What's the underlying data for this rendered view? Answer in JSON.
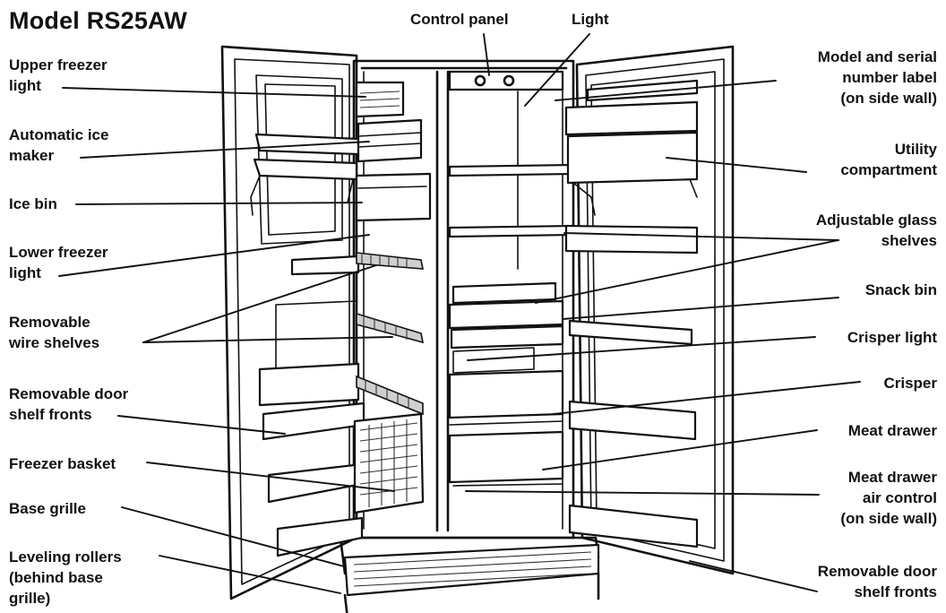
{
  "title": "Model RS25AW",
  "labels": {
    "upper_freezer_light": "Upper freezer\nlight",
    "automatic_ice_maker": "Automatic ice\nmaker",
    "ice_bin": "Ice bin",
    "lower_freezer_light": "Lower freezer\nlight",
    "removable_wire_shelves": "Removable\nwire shelves",
    "removable_door_shelf_fronts_left": "Removable door\nshelf fronts",
    "freezer_basket": "Freezer basket",
    "base_grille": "Base grille",
    "leveling_rollers": "Leveling rollers\n(behind base\ngrille)",
    "control_panel": "Control panel",
    "light": "Light",
    "model_serial_label": "Model and serial\nnumber label\n(on side wall)",
    "utility_compartment": "Utility\ncompartment",
    "adjustable_glass_shelves": "Adjustable glass\nshelves",
    "snack_bin": "Snack bin",
    "crisper_light": "Crisper light",
    "crisper": "Crisper",
    "meat_drawer": "Meat drawer",
    "meat_drawer_air_control": "Meat drawer\nair control\n(on side wall)",
    "removable_door_shelf_fronts_right": "Removable door\nshelf fronts"
  }
}
